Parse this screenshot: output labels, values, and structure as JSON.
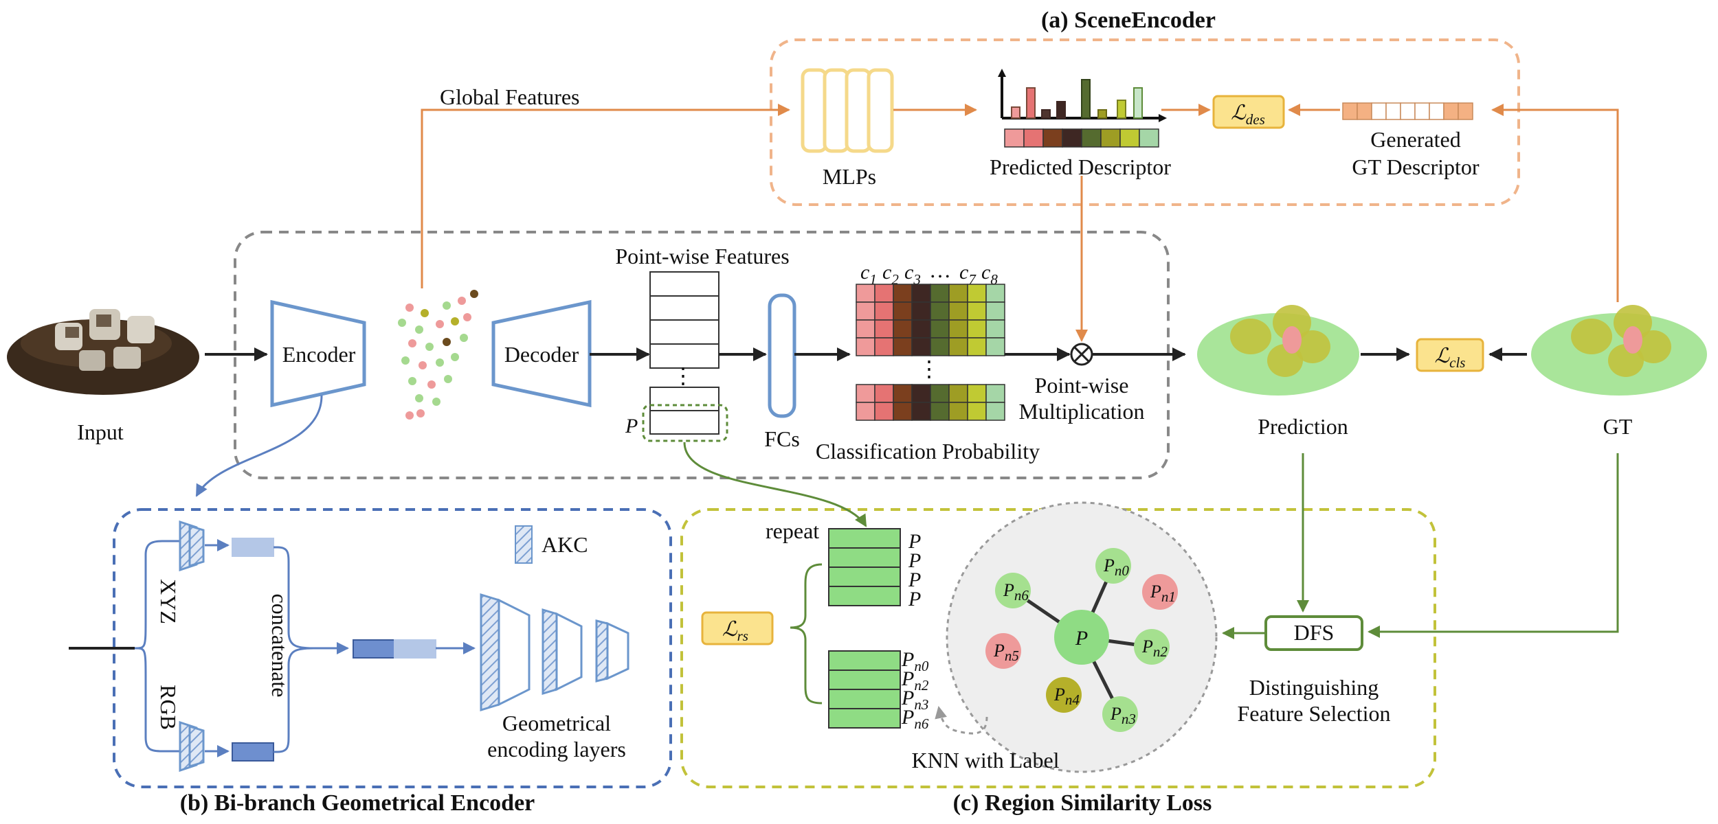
{
  "sections": {
    "scene_encoder": "(a) SceneEncoder",
    "bi_branch": "(b) Bi-branch Geometrical Encoder",
    "region_similarity": "(c) Region Similarity Loss"
  },
  "backbone": {
    "input": "Input",
    "encoder": "Encoder",
    "decoder": "Decoder",
    "global_features": "Global Features",
    "pointwise_features": "Point-wise Features",
    "p_label": "P",
    "fcs": "FCs",
    "classification_probability": "Classification Probability",
    "class_labels": [
      "c",
      "c",
      "c",
      "…",
      "c",
      "c"
    ],
    "class_subscripts": [
      "1",
      "2",
      "3",
      "",
      "7",
      "8"
    ],
    "dots": "⋮",
    "pointwise_mult_line1": "Point-wise",
    "pointwise_mult_line2": "Multiplication",
    "prediction": "Prediction",
    "gt": "GT"
  },
  "scene_encoder": {
    "mlps": "MLPs",
    "predicted_descriptor": "Predicted Descriptor",
    "gt_descriptor_line1": "Generated",
    "gt_descriptor_line2": "GT Descriptor",
    "loss_des_main": "ℒ",
    "loss_des_sub": "des",
    "descriptor_colors": [
      "#ef9a9a",
      "#e57373",
      "#7b3f1e",
      "#3e2723",
      "#556b2f",
      "#9e9d24",
      "#c0ca33",
      "#a5d6a7"
    ],
    "gt_descriptor_colors": [
      "#f4b183",
      "#f4b183",
      "#ffffff",
      "#ffffff",
      "#ffffff",
      "#ffffff",
      "#ffffff",
      "#f4b183",
      "#f4b183"
    ]
  },
  "bi_branch": {
    "xyz": "XYZ",
    "rgb": "RGB",
    "concatenate": "concatenate",
    "akc": "AKC",
    "geo_line1": "Geometrical",
    "geo_line2": "encoding layers"
  },
  "region_similarity": {
    "repeat": "repeat",
    "loss_rs_main": "ℒ",
    "loss_rs_sub": "rs",
    "p_main": "P",
    "repeat_rows": [
      "P",
      "P",
      "P",
      "P"
    ],
    "neighbor_rows": [
      "n0",
      "n2",
      "n3",
      "n6"
    ],
    "knn": "KNN with Label",
    "dfs": "DFS",
    "dfs_line1": "Distinguishing",
    "dfs_line2": "Feature Selection",
    "center": "P",
    "neighbors": [
      {
        "sub": "n6",
        "color": "#a5e08f"
      },
      {
        "sub": "n0",
        "color": "#a5e08f"
      },
      {
        "sub": "n1",
        "color": "#ee9a9a"
      },
      {
        "sub": "n2",
        "color": "#a5e08f"
      },
      {
        "sub": "n3",
        "color": "#a5e08f"
      },
      {
        "sub": "n4",
        "color": "#b5b02a"
      },
      {
        "sub": "n5",
        "color": "#ee9a9a"
      }
    ],
    "loss_cls_main": "ℒ",
    "loss_cls_sub": "cls"
  }
}
